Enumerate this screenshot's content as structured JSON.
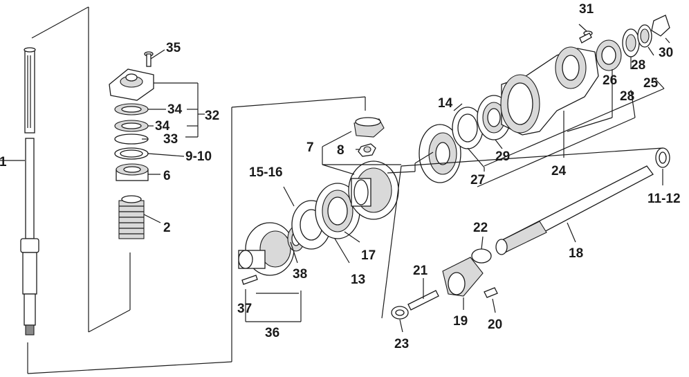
{
  "labels": {
    "p1": "1",
    "p2": "2",
    "p6": "6",
    "p7": "7",
    "p8": "8",
    "p9_10": "9-10",
    "p11_12": "11-12",
    "p13": "13",
    "p14": "14",
    "p15_16": "15-16",
    "p17": "17",
    "p18": "18",
    "p19": "19",
    "p20": "20",
    "p21": "21",
    "p22": "22",
    "p23": "23",
    "p24": "24",
    "p25": "25",
    "p26": "26",
    "p27": "27",
    "p28a": "28",
    "p28b": "28",
    "p29": "29",
    "p30": "30",
    "p31": "31",
    "p32": "32",
    "p33": "33",
    "p34a": "34",
    "p34b": "34",
    "p35": "35",
    "p36": "36",
    "p37": "37",
    "p38": "38"
  }
}
